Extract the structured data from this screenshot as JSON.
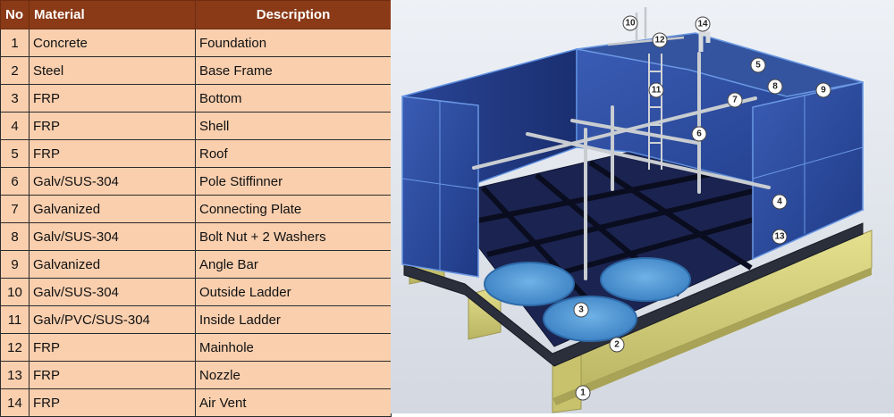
{
  "table": {
    "headers": {
      "no": "No",
      "material": "Material",
      "description": "Description"
    },
    "rows": [
      {
        "no": "1",
        "material": "Concrete",
        "description": "Foundation"
      },
      {
        "no": "2",
        "material": "Steel",
        "description": "Base Frame"
      },
      {
        "no": "3",
        "material": "FRP",
        "description": "Bottom"
      },
      {
        "no": "4",
        "material": "FRP",
        "description": "Shell"
      },
      {
        "no": "5",
        "material": "FRP",
        "description": "Roof"
      },
      {
        "no": "6",
        "material": "Galv/SUS-304",
        "description": "Pole Stiffinner"
      },
      {
        "no": "7",
        "material": "Galvanized",
        "description": "Connecting Plate"
      },
      {
        "no": "8",
        "material": "Galv/SUS-304",
        "description": "Bolt Nut + 2 Washers"
      },
      {
        "no": "9",
        "material": "Galvanized",
        "description": "Angle Bar"
      },
      {
        "no": "10",
        "material": "Galv/SUS-304",
        "description": "Outside Ladder"
      },
      {
        "no": "11",
        "material": "Galv/PVC/SUS-304",
        "description": "Inside Ladder"
      },
      {
        "no": "12",
        "material": "FRP",
        "description": "Mainhole"
      },
      {
        "no": "13",
        "material": "FRP",
        "description": "Nozzle"
      },
      {
        "no": "14",
        "material": "FRP",
        "description": "Air Vent"
      }
    ],
    "colors": {
      "header_bg": "#8a3a17",
      "row_bg": "#f9cfae"
    }
  },
  "illustration": {
    "callouts": [
      "1",
      "2",
      "3",
      "4",
      "5",
      "6",
      "7",
      "8",
      "9",
      "10",
      "11",
      "12",
      "13",
      "14"
    ],
    "colors": {
      "panel": "#2c4a9a",
      "floor": "#1a2348",
      "foundation": "#d8d47c",
      "pipe": "#c4c8cc"
    }
  }
}
